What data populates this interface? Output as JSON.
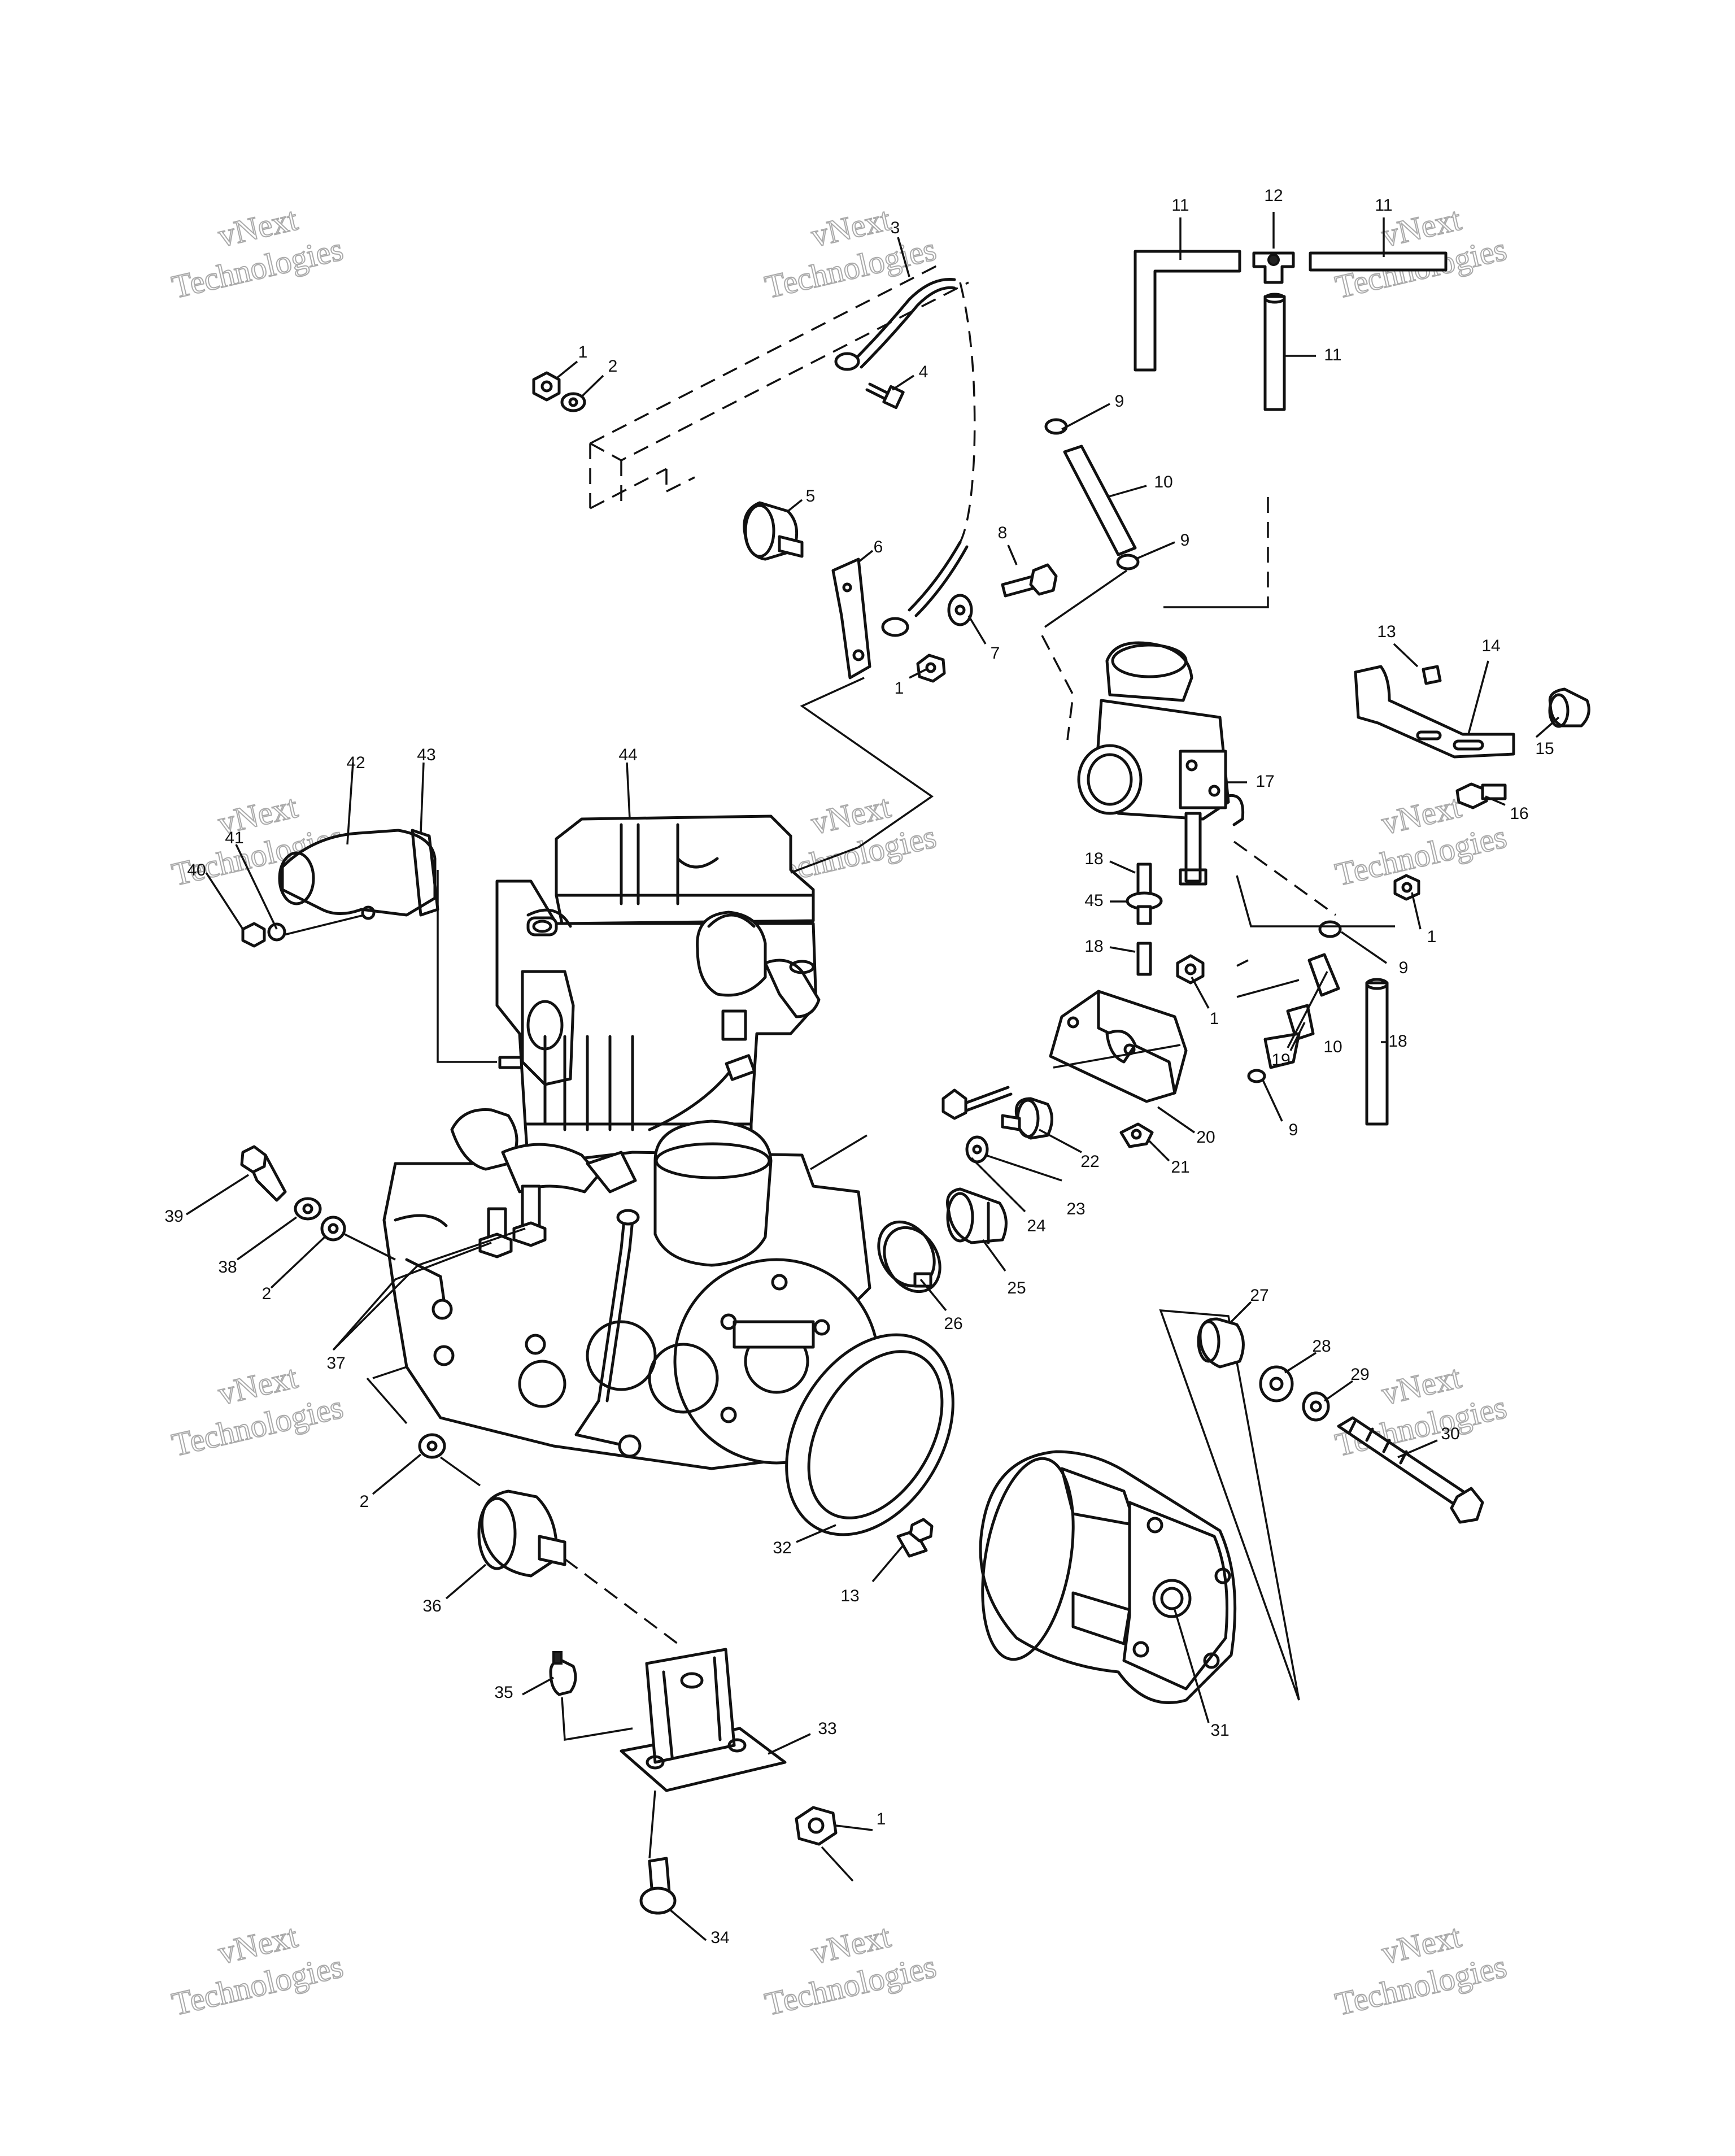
{
  "watermark": {
    "line1": "vNext",
    "line2": "Technologies"
  },
  "callouts": [
    {
      "id": "c1a",
      "label": "1"
    },
    {
      "id": "c2a",
      "label": "2"
    },
    {
      "id": "c3",
      "label": "3"
    },
    {
      "id": "c4",
      "label": "4"
    },
    {
      "id": "c5",
      "label": "5"
    },
    {
      "id": "c6",
      "label": "6"
    },
    {
      "id": "c7",
      "label": "7"
    },
    {
      "id": "c8",
      "label": "8"
    },
    {
      "id": "c1b",
      "label": "1"
    },
    {
      "id": "c9a",
      "label": "9"
    },
    {
      "id": "c10a",
      "label": "10"
    },
    {
      "id": "c9b",
      "label": "9"
    },
    {
      "id": "c11a",
      "label": "11"
    },
    {
      "id": "c12",
      "label": "12"
    },
    {
      "id": "c11b",
      "label": "11"
    },
    {
      "id": "c11c",
      "label": "11"
    },
    {
      "id": "c13a",
      "label": "13"
    },
    {
      "id": "c14",
      "label": "14"
    },
    {
      "id": "c15",
      "label": "15"
    },
    {
      "id": "c16",
      "label": "16"
    },
    {
      "id": "c17",
      "label": "17"
    },
    {
      "id": "c18a",
      "label": "18"
    },
    {
      "id": "c45",
      "label": "45"
    },
    {
      "id": "c18b",
      "label": "18"
    },
    {
      "id": "c1c",
      "label": "1"
    },
    {
      "id": "c9c",
      "label": "9"
    },
    {
      "id": "c1d",
      "label": "1"
    },
    {
      "id": "c10b",
      "label": "10"
    },
    {
      "id": "c18c",
      "label": "18"
    },
    {
      "id": "c19",
      "label": "19"
    },
    {
      "id": "c9d",
      "label": "9"
    },
    {
      "id": "c20",
      "label": "20"
    },
    {
      "id": "c21",
      "label": "21"
    },
    {
      "id": "c22",
      "label": "22"
    },
    {
      "id": "c23",
      "label": "23"
    },
    {
      "id": "c24",
      "label": "24"
    },
    {
      "id": "c25",
      "label": "25"
    },
    {
      "id": "c26",
      "label": "26"
    },
    {
      "id": "c42",
      "label": "42"
    },
    {
      "id": "c43",
      "label": "43"
    },
    {
      "id": "c44",
      "label": "44"
    },
    {
      "id": "c41",
      "label": "41"
    },
    {
      "id": "c40",
      "label": "40"
    },
    {
      "id": "c39",
      "label": "39"
    },
    {
      "id": "c38",
      "label": "38"
    },
    {
      "id": "c2b",
      "label": "2"
    },
    {
      "id": "c37",
      "label": "37"
    },
    {
      "id": "c2c",
      "label": "2"
    },
    {
      "id": "c36",
      "label": "36"
    },
    {
      "id": "c32",
      "label": "32"
    },
    {
      "id": "c13b",
      "label": "13"
    },
    {
      "id": "c27",
      "label": "27"
    },
    {
      "id": "c28",
      "label": "28"
    },
    {
      "id": "c29",
      "label": "29"
    },
    {
      "id": "c30",
      "label": "30"
    },
    {
      "id": "c31",
      "label": "31"
    },
    {
      "id": "c35",
      "label": "35"
    },
    {
      "id": "c33",
      "label": "33"
    },
    {
      "id": "c1e",
      "label": "1"
    },
    {
      "id": "c34",
      "label": "34"
    }
  ]
}
